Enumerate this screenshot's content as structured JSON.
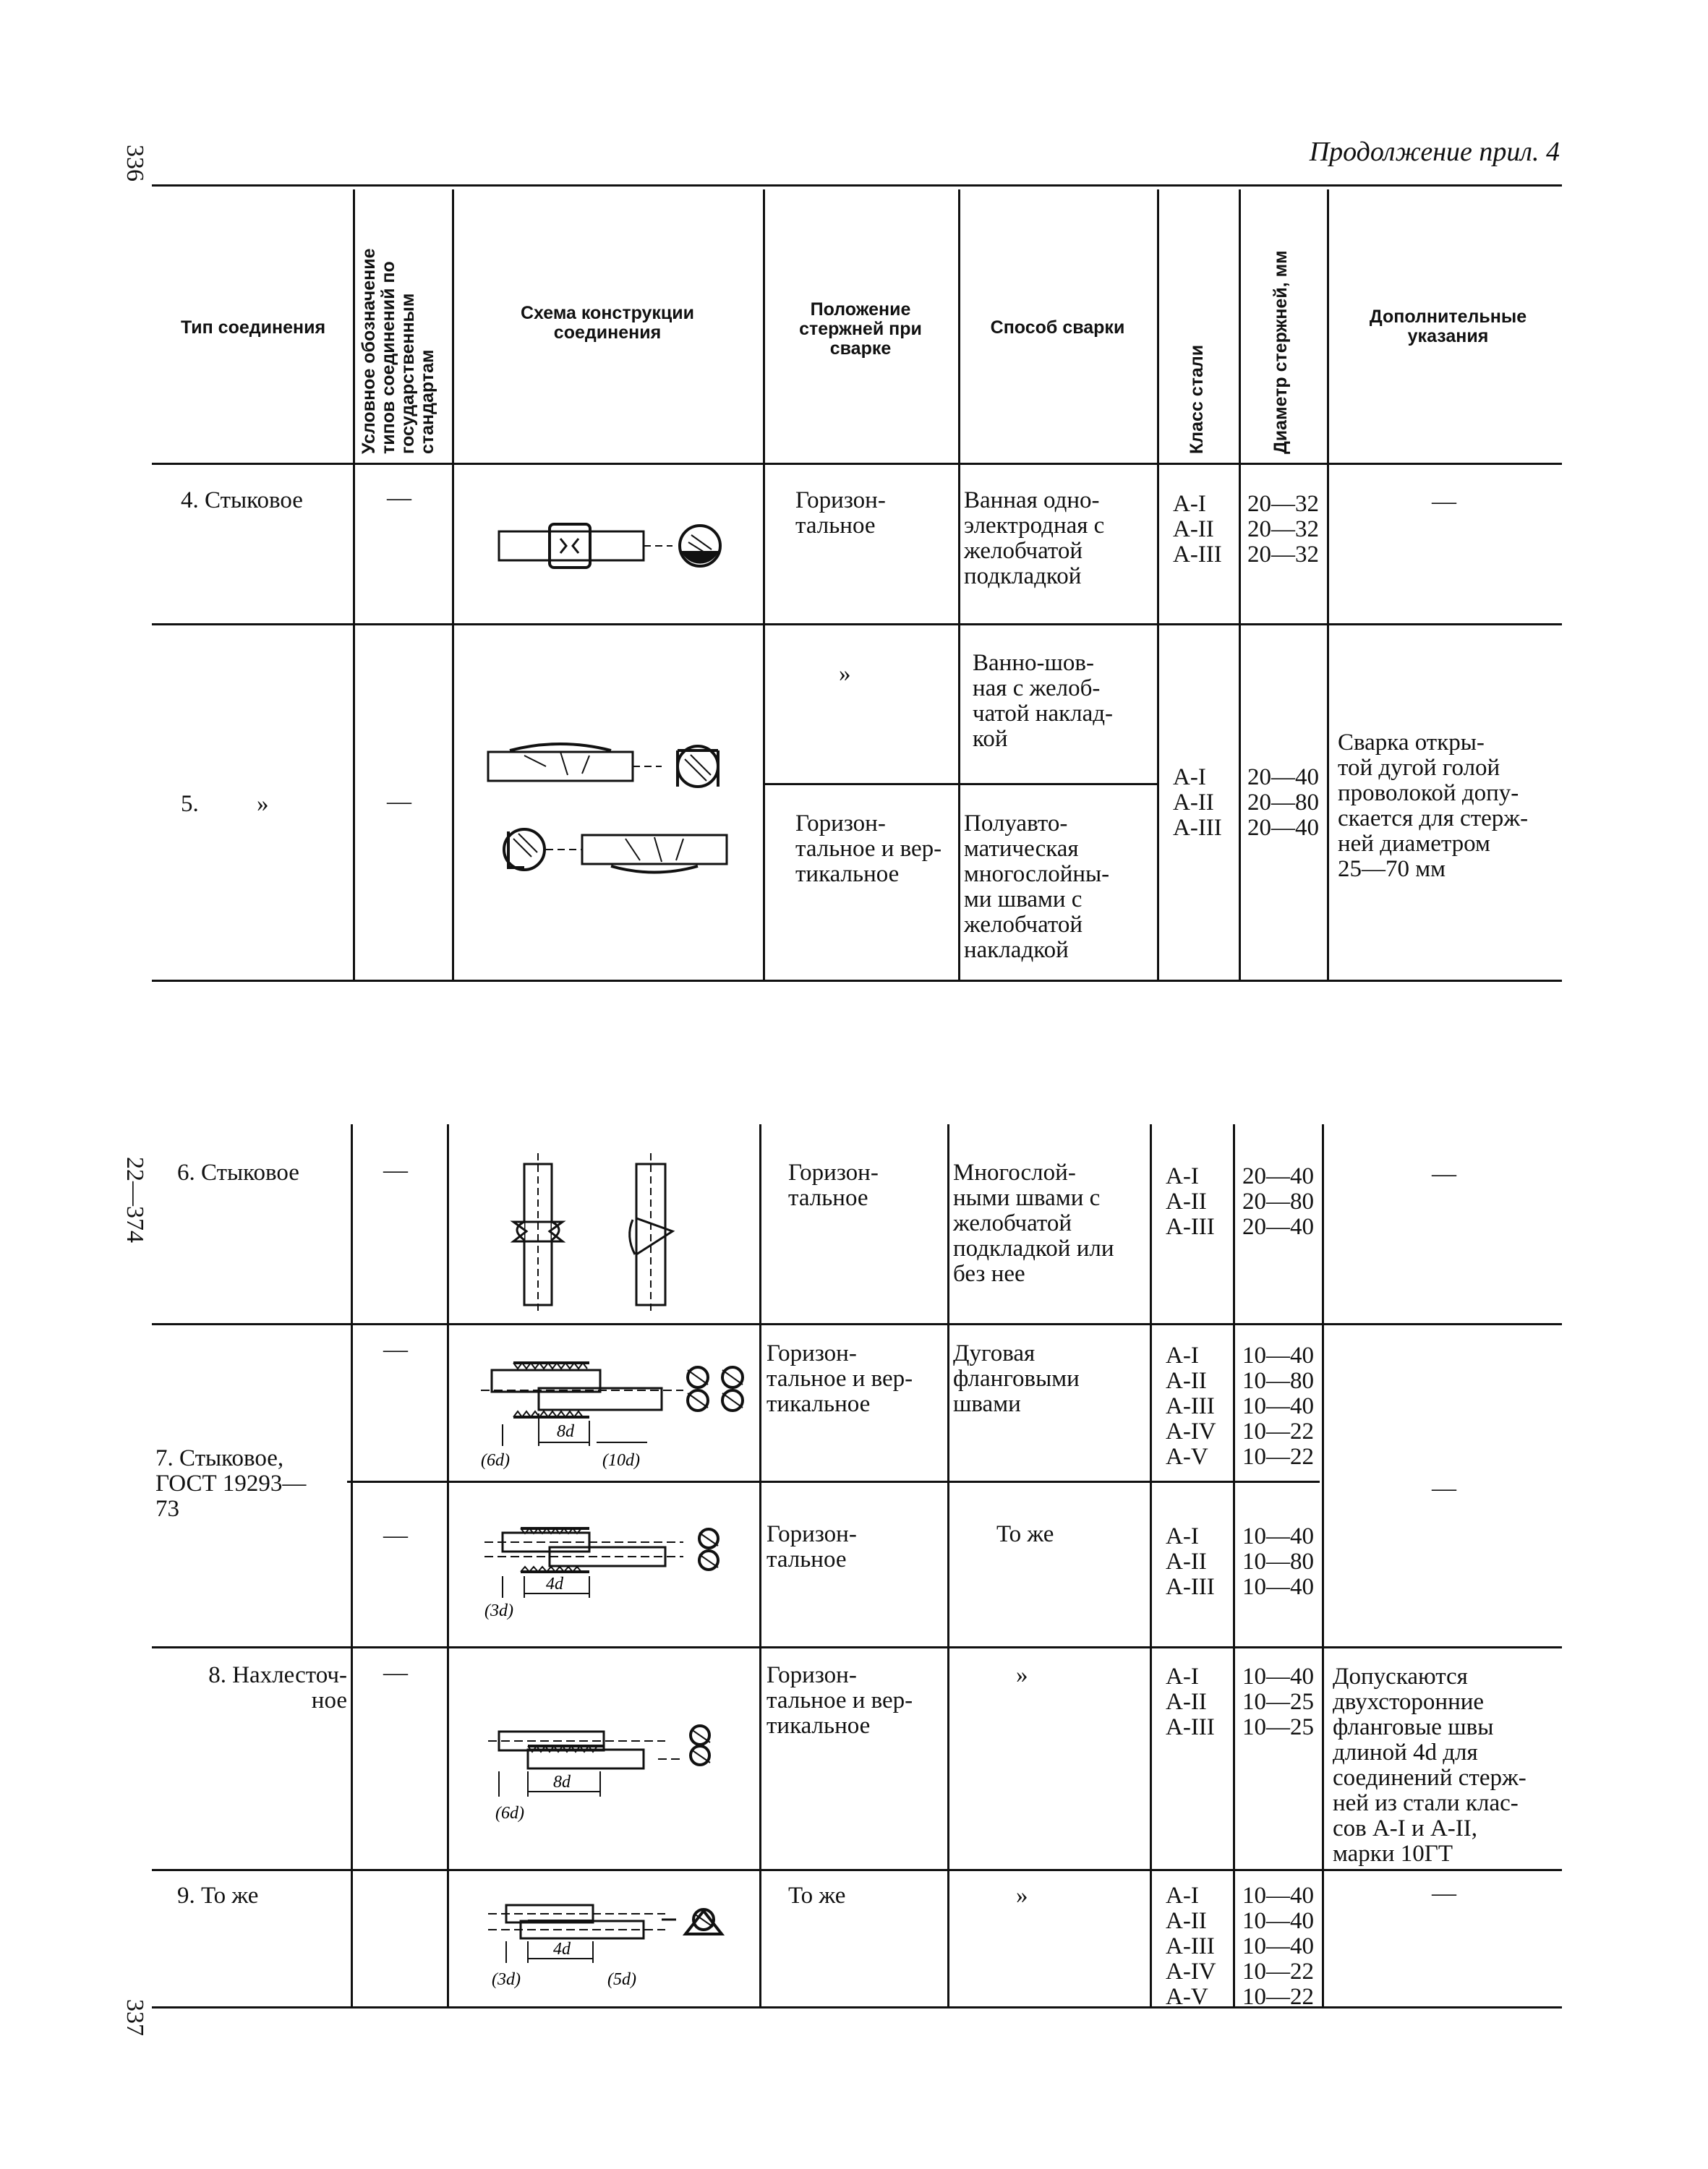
{
  "page": {
    "page_num_top": "336",
    "page_num_bottom": "337",
    "signature": "22—374",
    "continuation": "Продолжение прил. 4"
  },
  "headers": {
    "type": "Тип соединения",
    "designation": "Условное обозначение типов соединений по государственным стандартам",
    "scheme": "Схема конструкции соединения",
    "position": "Положение стержней при сварке",
    "method": "Способ сварки",
    "steel_class": "Класс стали",
    "diameter": "Диаметр стержней, мм",
    "notes": "Дополнительные указания"
  },
  "rows": {
    "r4": {
      "type": "4. Стыковое",
      "designation": "—",
      "position": "Горизон-\nтальное",
      "method": "Ванная одно-\nэлектродная с\nжелобчатой\nподкладкой",
      "classes": "А-I\nА-II\nА-III",
      "diam": "20—32\n20—32\n20—32",
      "notes": "—"
    },
    "r5": {
      "type": "5.",
      "type_ditto": "»",
      "designation": "—",
      "position_a": "»",
      "method_a": "Ванно-шов-\nная с желоб-\nчатой наклад-\nкой",
      "position_b": "Горизон-\nтальное и вер-\nтикальное",
      "method_b": "Полуавто-\nматическая\nмногослойны-\nми швами с\nжелобчатой\nнакладкой",
      "classes": "А-I\nА-II\nА-III",
      "diam": "20—40\n20—80\n20—40",
      "notes": "Сварка откры-\nтой дугой голой\nпроволокой допу-\nскается для стерж-\nней диаметром\n25—70 мм"
    },
    "r6": {
      "type": "6. Стыковое",
      "designation": "—",
      "position": "Горизон-\nтальное",
      "method": "Многослой-\nными швами с\nжелобчатой\nподкладкой или\nбез нее",
      "classes": "А-I\nА-II\nА-III",
      "diam": "20—40\n20—80\n20—40",
      "notes": "—"
    },
    "r7": {
      "type": "7. Стыковое,\nГОСТ 19293—\n73",
      "designation_a": "—",
      "position_a": "Горизон-\nтальное и вер-\nтикальное",
      "method_a": "Дуговая\nфланговыми\nшвами",
      "classes_a": "А-I\nА-II\nА-III\nА-IV\nА-V",
      "diam_a": "10—40\n10—80\n10—40\n10—22\n10—22",
      "designation_b": "—",
      "position_b": "Горизон-\nтальное",
      "method_b": "То же",
      "classes_b": "А-I\nА-II\nА-III",
      "diam_b": "10—40\n10—80\n10—40",
      "notes": "—",
      "dims_a": [
        "(6d)",
        "8d",
        "(10d)"
      ],
      "dims_b": [
        "(3d)",
        "4d"
      ]
    },
    "r8": {
      "type": "8. Нахлесточ-\nное",
      "designation": "—",
      "position": "Горизон-\nтальное и вер-\nтикальное",
      "method": "»",
      "classes": "А-I\nА-II\nА-III",
      "diam": "10—40\n10—25\n10—25",
      "notes": "Допускаются\nдвухсторонние\nфланговые швы\nдлиной 4d для\nсоединений стерж-\nней из стали клас-\nсов А-I и А-II,\nмарки 10ГТ",
      "dims": [
        "8d",
        "(6d)"
      ]
    },
    "r9": {
      "type": "9. То же",
      "position": "То же",
      "method": "»",
      "classes": "А-I\nА-II\nА-III\nА-IV\nА-V",
      "diam": "10—40\n10—40\n10—40\n10—22\n10—22",
      "notes": "—",
      "dims": [
        "4d",
        "(3d)",
        "(5d)"
      ]
    }
  }
}
